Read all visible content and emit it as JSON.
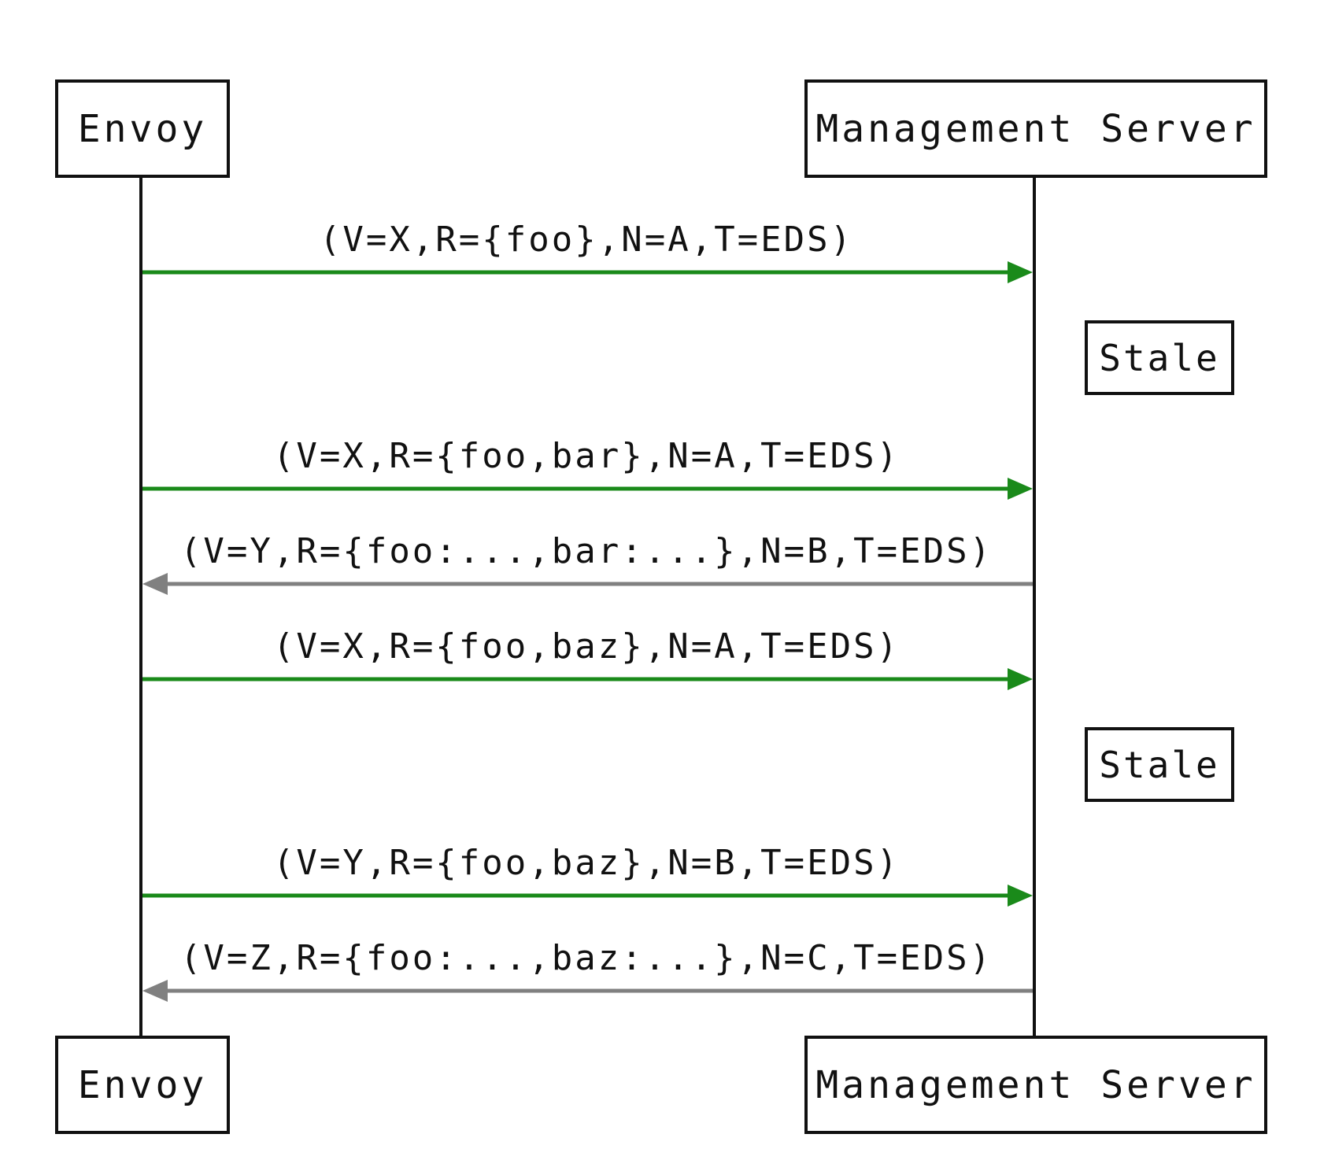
{
  "participants": {
    "envoy": "Envoy",
    "server": "Management Server"
  },
  "notes": {
    "stale_1": "Stale",
    "stale_2": "Stale"
  },
  "messages": [
    {
      "label": "(V=X,R={foo},N=A,T=EDS)",
      "direction": "envoy-to-server"
    },
    {
      "label": "(V=X,R={foo,bar},N=A,T=EDS)",
      "direction": "envoy-to-server"
    },
    {
      "label": "(V=Y,R={foo:...,bar:...},N=B,T=EDS)",
      "direction": "server-to-envoy"
    },
    {
      "label": "(V=X,R={foo,baz},N=A,T=EDS)",
      "direction": "envoy-to-server"
    },
    {
      "label": "(V=Y,R={foo,baz},N=B,T=EDS)",
      "direction": "envoy-to-server"
    },
    {
      "label": "(V=Z,R={foo:...,baz:...},N=C,T=EDS)",
      "direction": "server-to-envoy"
    }
  ],
  "colors": {
    "request": "#1a8a1a",
    "response": "#808080",
    "lifeline": "#111111"
  }
}
